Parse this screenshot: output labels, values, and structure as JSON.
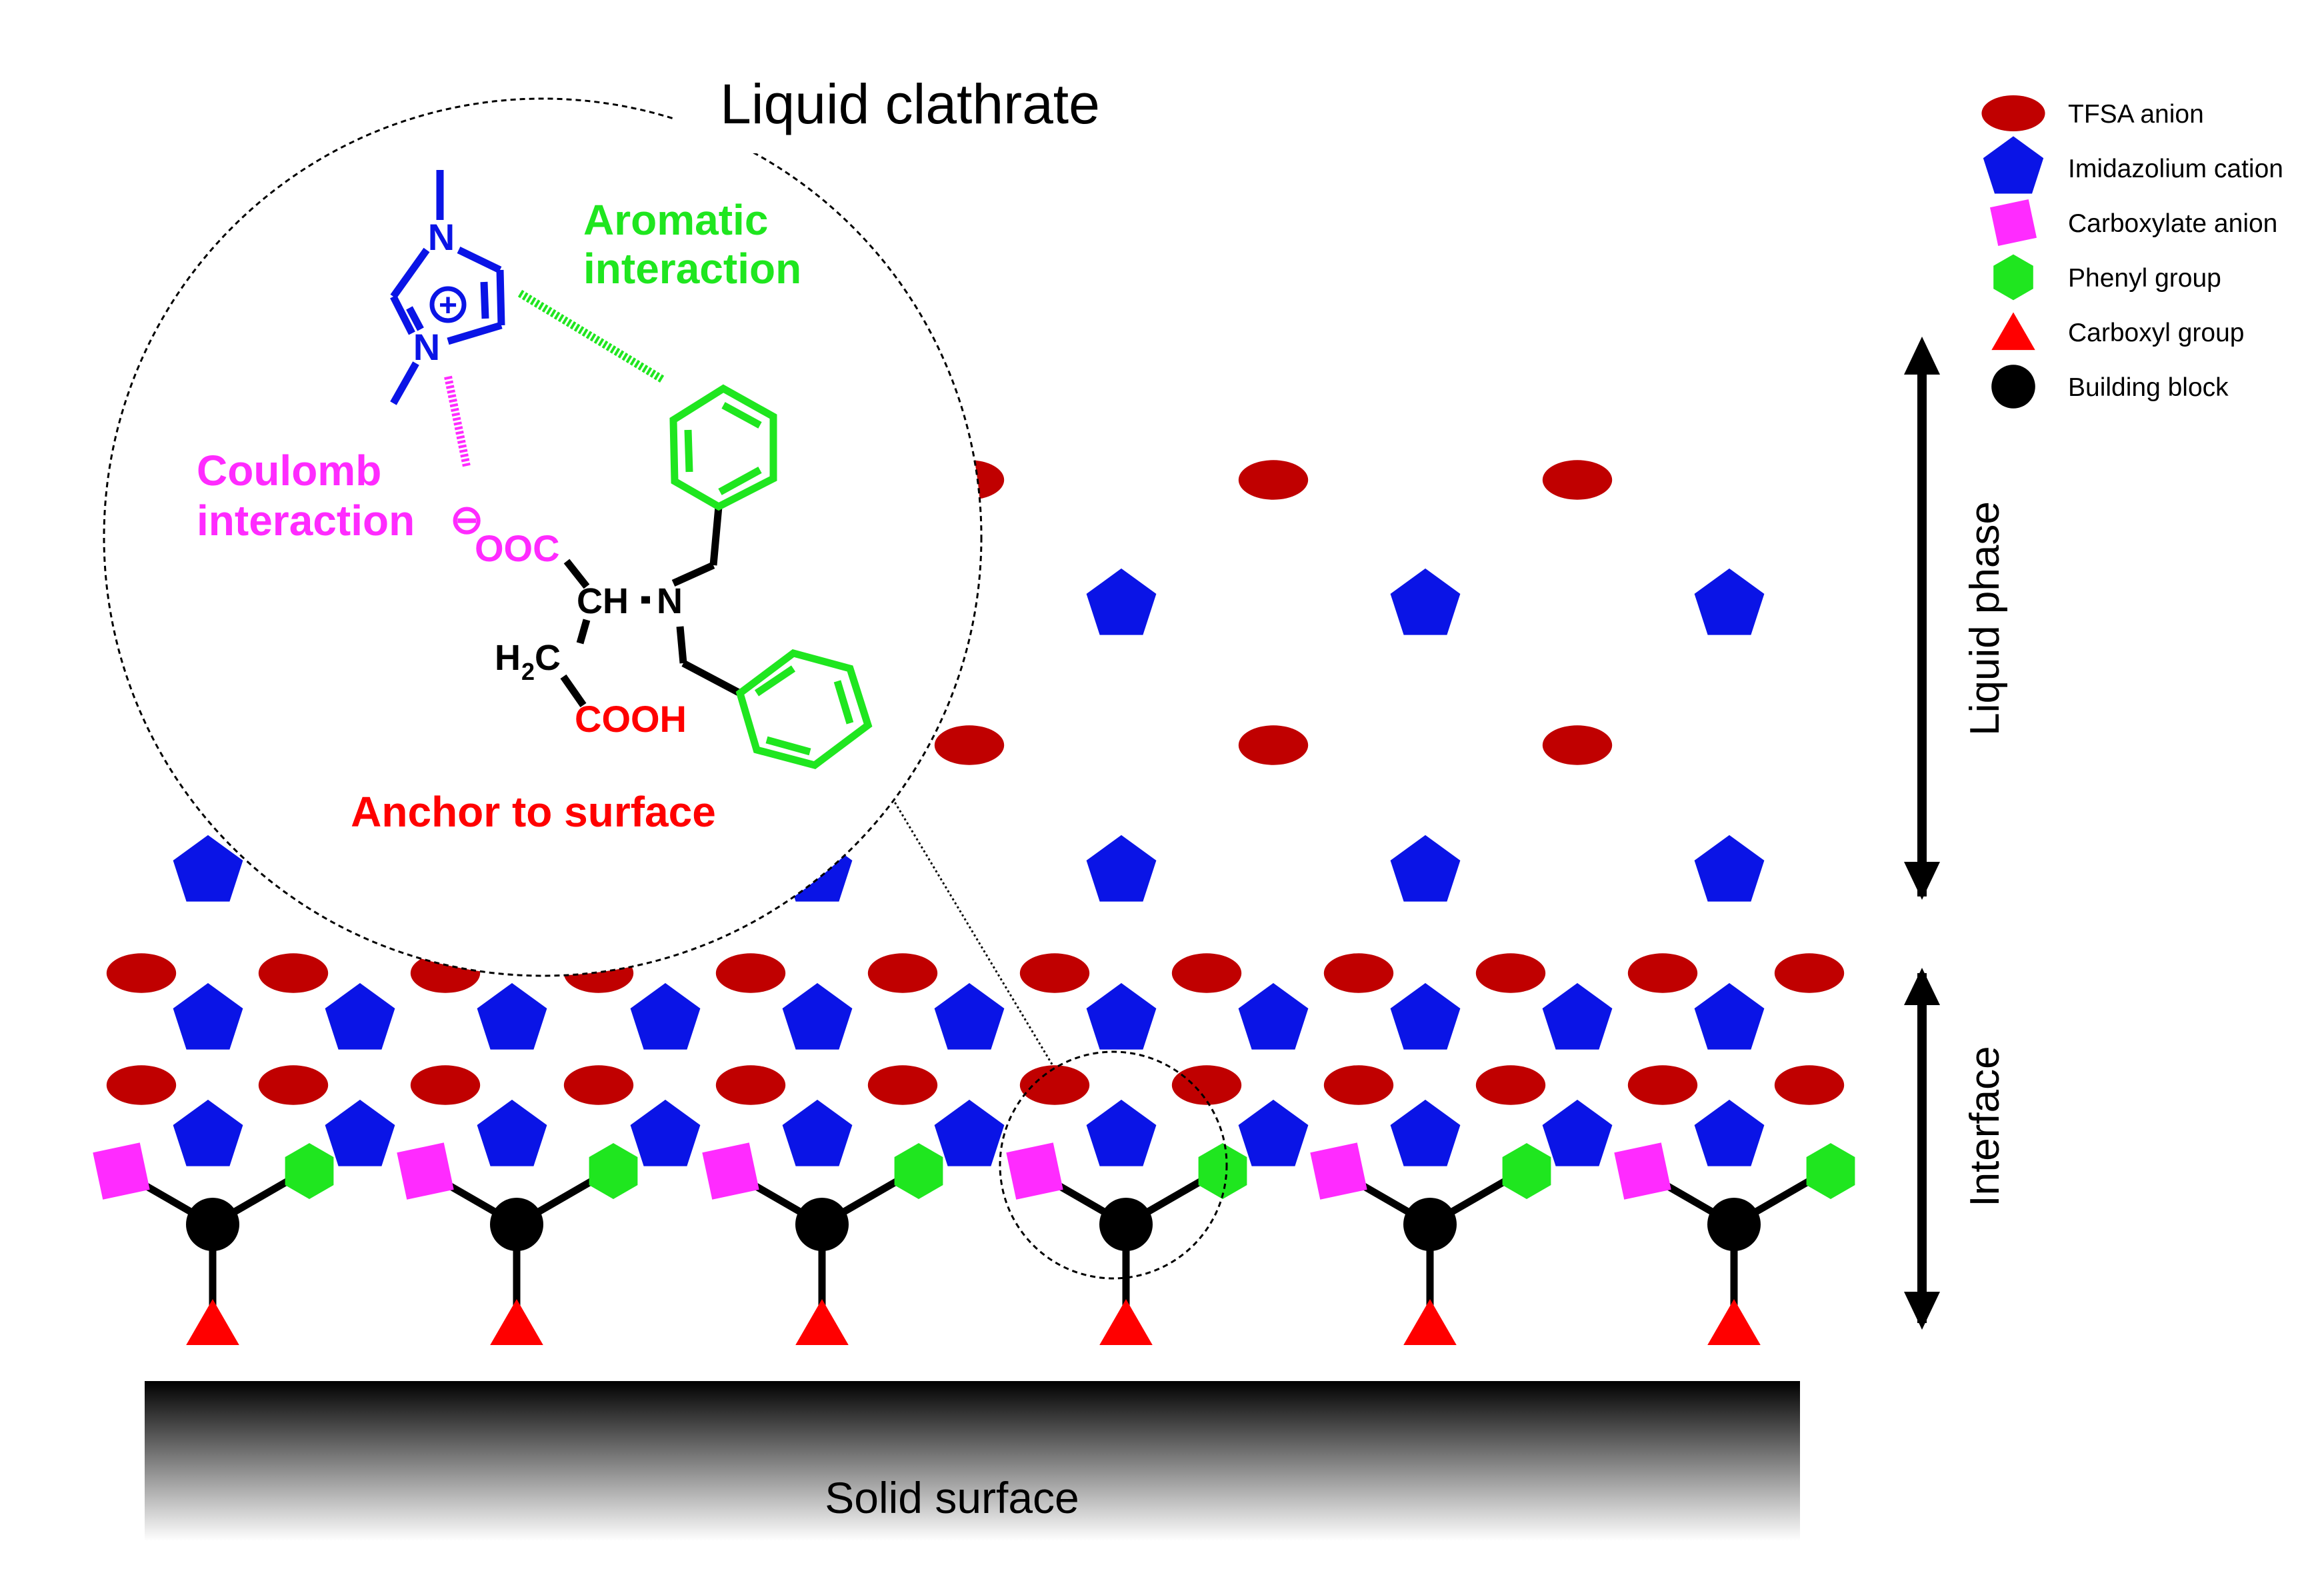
{
  "legend": [
    {
      "shape": "ellipse",
      "label": "TFSA  anion",
      "color": "#c00000"
    },
    {
      "shape": "pentagon",
      "label": "Imidazolium cation",
      "color": "#0a14e6"
    },
    {
      "shape": "square",
      "label": "Carboxylate anion",
      "color": "#ff2bff"
    },
    {
      "shape": "hexagon",
      "label": "Phenyl group",
      "color": "#1fe61f"
    },
    {
      "shape": "triangle",
      "label": "Carboxyl group",
      "color": "#ff0000"
    },
    {
      "shape": "circle",
      "label": "Building block",
      "color": "#000000"
    }
  ],
  "regions": {
    "liquid_phase": "Liquid phase",
    "interface": "Interface"
  },
  "surface_label": "Solid surface",
  "inset": {
    "title": "Liquid clathrate",
    "aromatic_line1": "Aromatic",
    "aromatic_line2": "interaction",
    "coulomb_line1": "Coulomb",
    "coulomb_line2": "interaction",
    "anchor_label": "Anchor to surface",
    "atom_n": "N",
    "atom_plus": "+",
    "atom_minus": "⊖",
    "group_ooc": "OOC",
    "group_ch": "CH",
    "group_h2c_h": "H",
    "group_h2c_sub": "2",
    "group_h2c_c": "C",
    "group_cooh": "COOH",
    "colors": {
      "aromatic": "#1fe61f",
      "coulomb": "#ff2bff",
      "anchor": "#ff0000",
      "imidazolium": "#0a14e6"
    }
  }
}
